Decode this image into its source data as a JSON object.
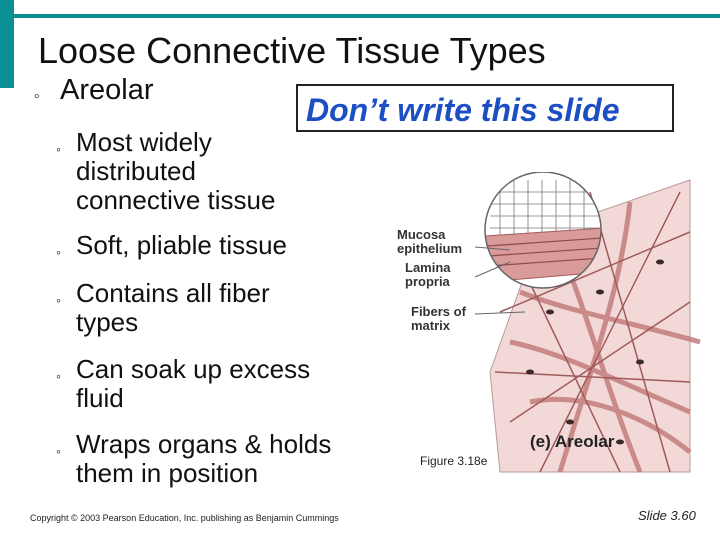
{
  "slide": {
    "title": "Loose Connective Tissue Types",
    "notice": "Don’t write this slide",
    "bullet_glyph": "◦",
    "level1": {
      "text": "Areolar"
    },
    "level2": [
      {
        "lines": [
          "Most widely",
          "distributed",
          "connective tissue"
        ]
      },
      {
        "lines": [
          "Soft, pliable tissue"
        ]
      },
      {
        "lines": [
          "Contains all fiber",
          "types"
        ]
      },
      {
        "lines": [
          "Can soak up excess",
          "fluid"
        ]
      },
      {
        "lines": [
          "Wraps organs & holds",
          "them in position"
        ]
      }
    ],
    "figure": {
      "labels": {
        "mucosa": [
          "Mucosa",
          "epithelium"
        ],
        "lamina": [
          "Lamina",
          "propria"
        ],
        "fibers": [
          "Fibers of",
          "matrix"
        ]
      },
      "title": "(e) Areolar",
      "caption": "Figure 3.18e"
    },
    "footer": {
      "copyright": "Copyright © 2003 Pearson Education, Inc. publishing as Benjamin Cummings",
      "slide_number": "Slide 3.60"
    },
    "colors": {
      "accent": "#0a8f94",
      "notice_text": "#1d4fc4",
      "tissue_bg": "#f2d8d6",
      "fiber": "#c47d7d"
    }
  }
}
